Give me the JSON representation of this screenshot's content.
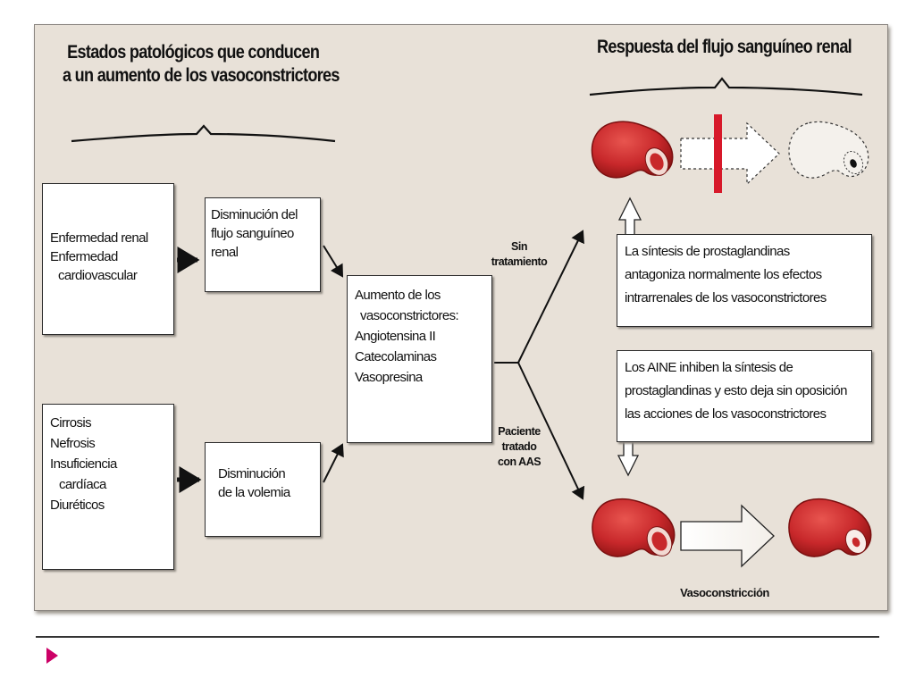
{
  "left_heading": [
    "Estados patológicos que conducen",
    "a un aumento de los vasoconstrictores"
  ],
  "right_heading": "Respuesta del flujo sanguíneo renal",
  "box_renal": [
    "Enfermedad renal",
    "Enfermedad",
    "cardiovascular"
  ],
  "box_cirrosis": [
    "Cirrosis",
    "Nefrosis",
    "Insuficiencia",
    "cardíaca",
    "Diuréticos"
  ],
  "box_flujo": [
    "Disminución del",
    "flujo sanguíneo",
    "renal"
  ],
  "box_volemia": [
    "Disminución",
    "de la volemia"
  ],
  "box_aumento": [
    "Aumento de los",
    "vasoconstrictores:",
    "Angiotensina II",
    "Catecolaminas",
    "Vasopresina"
  ],
  "label_sin": [
    "Sin",
    "tratamiento"
  ],
  "label_paciente": [
    "Paciente",
    "tratado",
    "con AAS"
  ],
  "box_prostaglandinas": [
    "La síntesis de prostaglandinas",
    "antagoniza normalmente los efectos",
    "intrarrenales de los vasoconstrictores"
  ],
  "box_aine": [
    "Los AINE inhiben la síntesis de",
    "prostaglandinas y esto deja sin oposición",
    "las acciones de los vasoconstrictores"
  ],
  "label_vasoconstriccion": "Vasoconstricción",
  "colors": {
    "panel": "#e8e1d8",
    "kidney": "#c8282b",
    "blocker": "#d7192a",
    "bullet": "#cc0066"
  }
}
